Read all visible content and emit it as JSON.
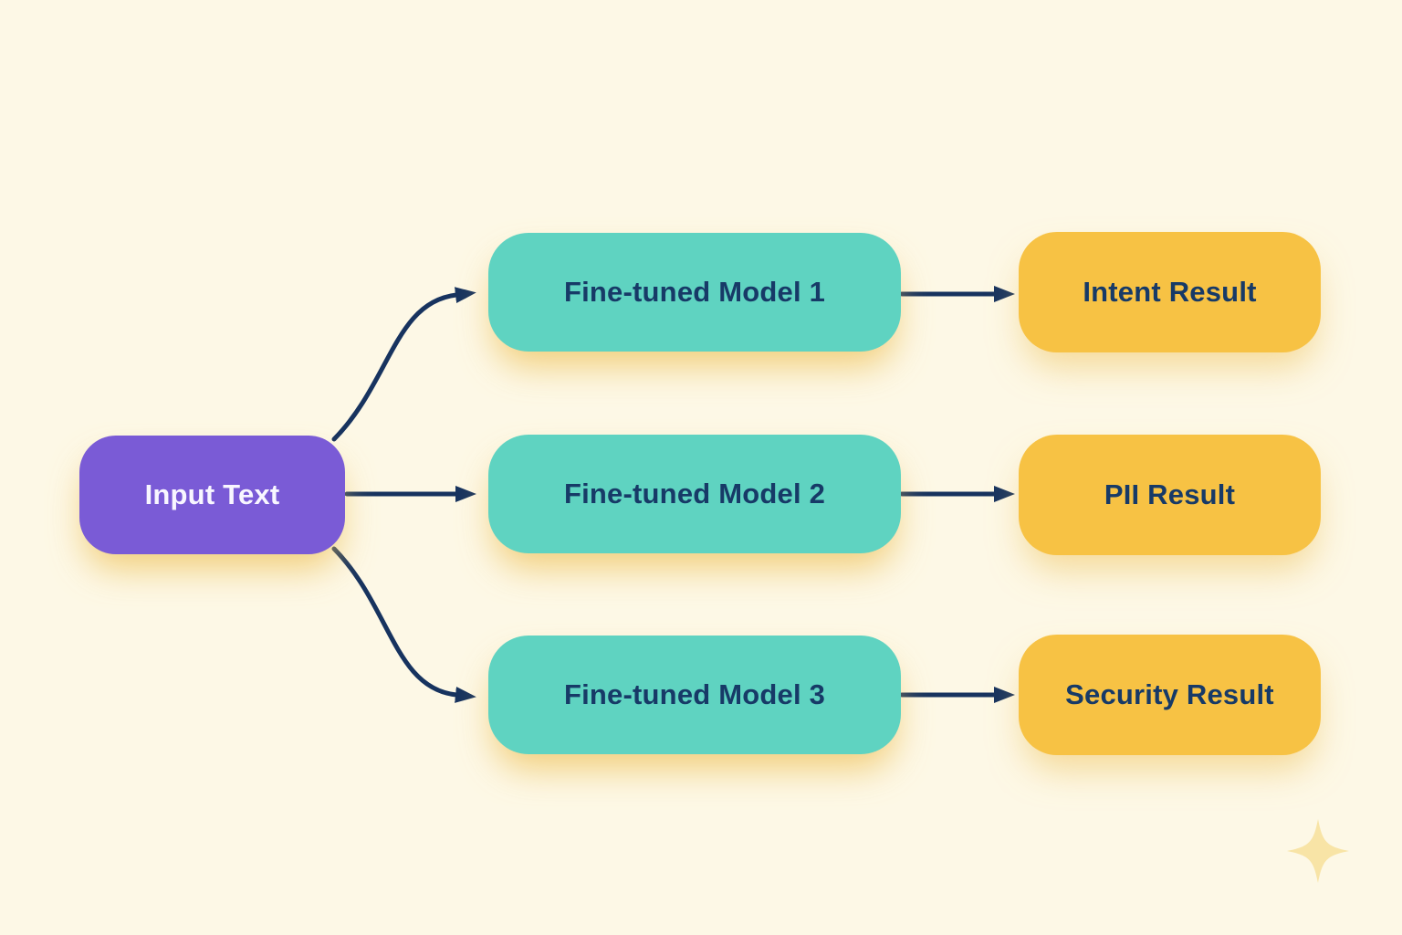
{
  "diagram": {
    "title": "fine-tuned model fan-out flow",
    "background_color": "#fdf8e6",
    "arrow_color": "#17335f",
    "glow_color": "#eec15a",
    "sparkle_color": "#f8e4a6",
    "input_node": {
      "label": "Input Text",
      "bg_color": "#7a5bd6",
      "text_color": "#f8f6ff"
    },
    "models": [
      {
        "label": "Fine-tuned Model 1"
      },
      {
        "label": "Fine-tuned Model 2"
      },
      {
        "label": "Fine-tuned Model 3"
      }
    ],
    "model_bg_color": "#5fd3c1",
    "results": [
      {
        "label": "Intent Result"
      },
      {
        "label": "PII Result"
      },
      {
        "label": "Security Result"
      }
    ],
    "result_bg_color": "#f7c244",
    "node_text_color": "#173a67",
    "edges": [
      {
        "from": "input",
        "to": "model-1",
        "style": "curved"
      },
      {
        "from": "input",
        "to": "model-2",
        "style": "straight"
      },
      {
        "from": "input",
        "to": "model-3",
        "style": "curved"
      },
      {
        "from": "model-1",
        "to": "result-intent",
        "style": "straight"
      },
      {
        "from": "model-2",
        "to": "result-pii",
        "style": "straight"
      },
      {
        "from": "model-3",
        "to": "result-security",
        "style": "straight"
      }
    ]
  }
}
